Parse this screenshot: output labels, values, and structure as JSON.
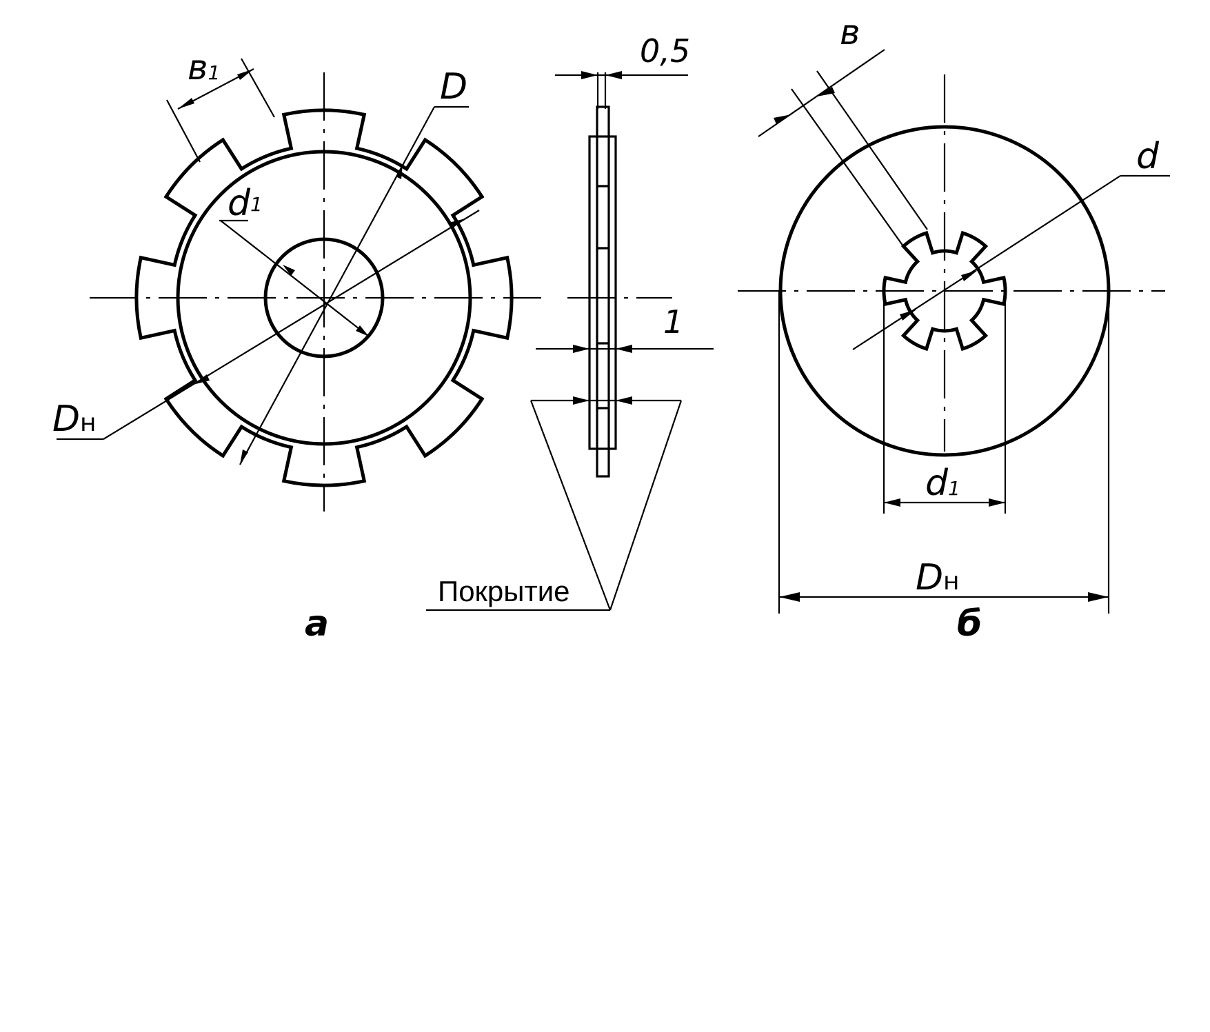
{
  "figure_a": {
    "caption": "а",
    "dims": {
      "b1": {
        "main": "в",
        "sub": "1"
      },
      "D": {
        "main": "D"
      },
      "d1": {
        "main": "d",
        "sub": "1"
      },
      "Dn": {
        "main": "D",
        "sub": "н"
      }
    }
  },
  "section": {
    "thickness_top": "0,5",
    "thickness_mid": "1",
    "coating_label": "Покрытие"
  },
  "figure_b": {
    "caption": "б",
    "dims": {
      "b": {
        "main": "в"
      },
      "d": {
        "main": "d"
      },
      "d1": {
        "main": "d",
        "sub": "1"
      },
      "Dn": {
        "main": "D",
        "sub": "н"
      }
    }
  }
}
